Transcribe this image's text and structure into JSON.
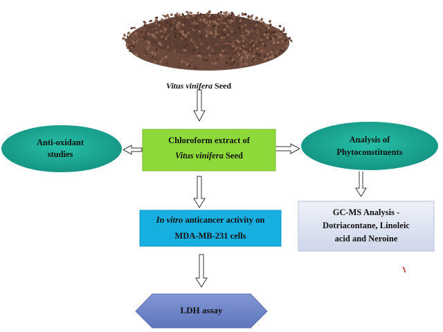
{
  "seed_caption": {
    "italic": "Vitus vinifera",
    "text": " Seed"
  },
  "center_box": {
    "line1": "Chloroform extract of",
    "line2_italic": "Vitus vinifera",
    "line2_text": " Seed"
  },
  "left_oval": {
    "line1": "Anti-oxidant",
    "line2": "studies"
  },
  "right_oval": {
    "line1": "Analysis of",
    "line2": "Phytoconstituents"
  },
  "gcms_box": {
    "line1": "GC-MS Analysis -",
    "line2": "Dotriacontane, Linoleic",
    "line3": "acid and Neroine"
  },
  "invitro_box": {
    "line1_italic": "In vitro",
    "line1_text": " anticancer activity on",
    "line2": "MDA-MB-231 cells"
  },
  "ldh_hexagon": {
    "label": "LDH assay"
  },
  "colors": {
    "center_box": "#8dd93a",
    "oval_teal": "#1aa890",
    "gcms_box": "#dfe4f2",
    "invitro_box": "#17aee0",
    "hexagon": "#6f86c8",
    "seeds": "#6e4a3c"
  }
}
